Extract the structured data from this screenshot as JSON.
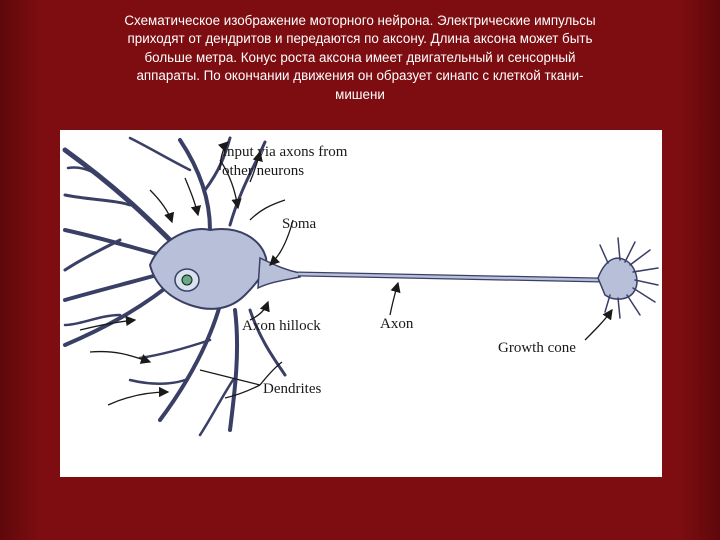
{
  "slide": {
    "caption": "Схематическое изображение моторного нейрона. Электрические импульсы приходят от дендритов и передаются по аксону. Длина аксона может быть больше метра. Конус роста аксона имеет двигательный и сенсорный аппараты. По окончании движения он образует синапс с клеткой ткани-мишени",
    "colors": {
      "background": "#7d0d11",
      "neuron_fill": "#b7bfd9",
      "neuron_stroke": "#3a3f66",
      "nucleus": "#66aa88"
    }
  },
  "diagram": {
    "labels": {
      "input_line1": "Input via axons from",
      "input_line2": "other neurons",
      "soma": "Soma",
      "axon_hillock": "Axon hillock",
      "axon": "Axon",
      "growth_cone": "Growth cone",
      "dendrites": "Dendrites"
    }
  }
}
